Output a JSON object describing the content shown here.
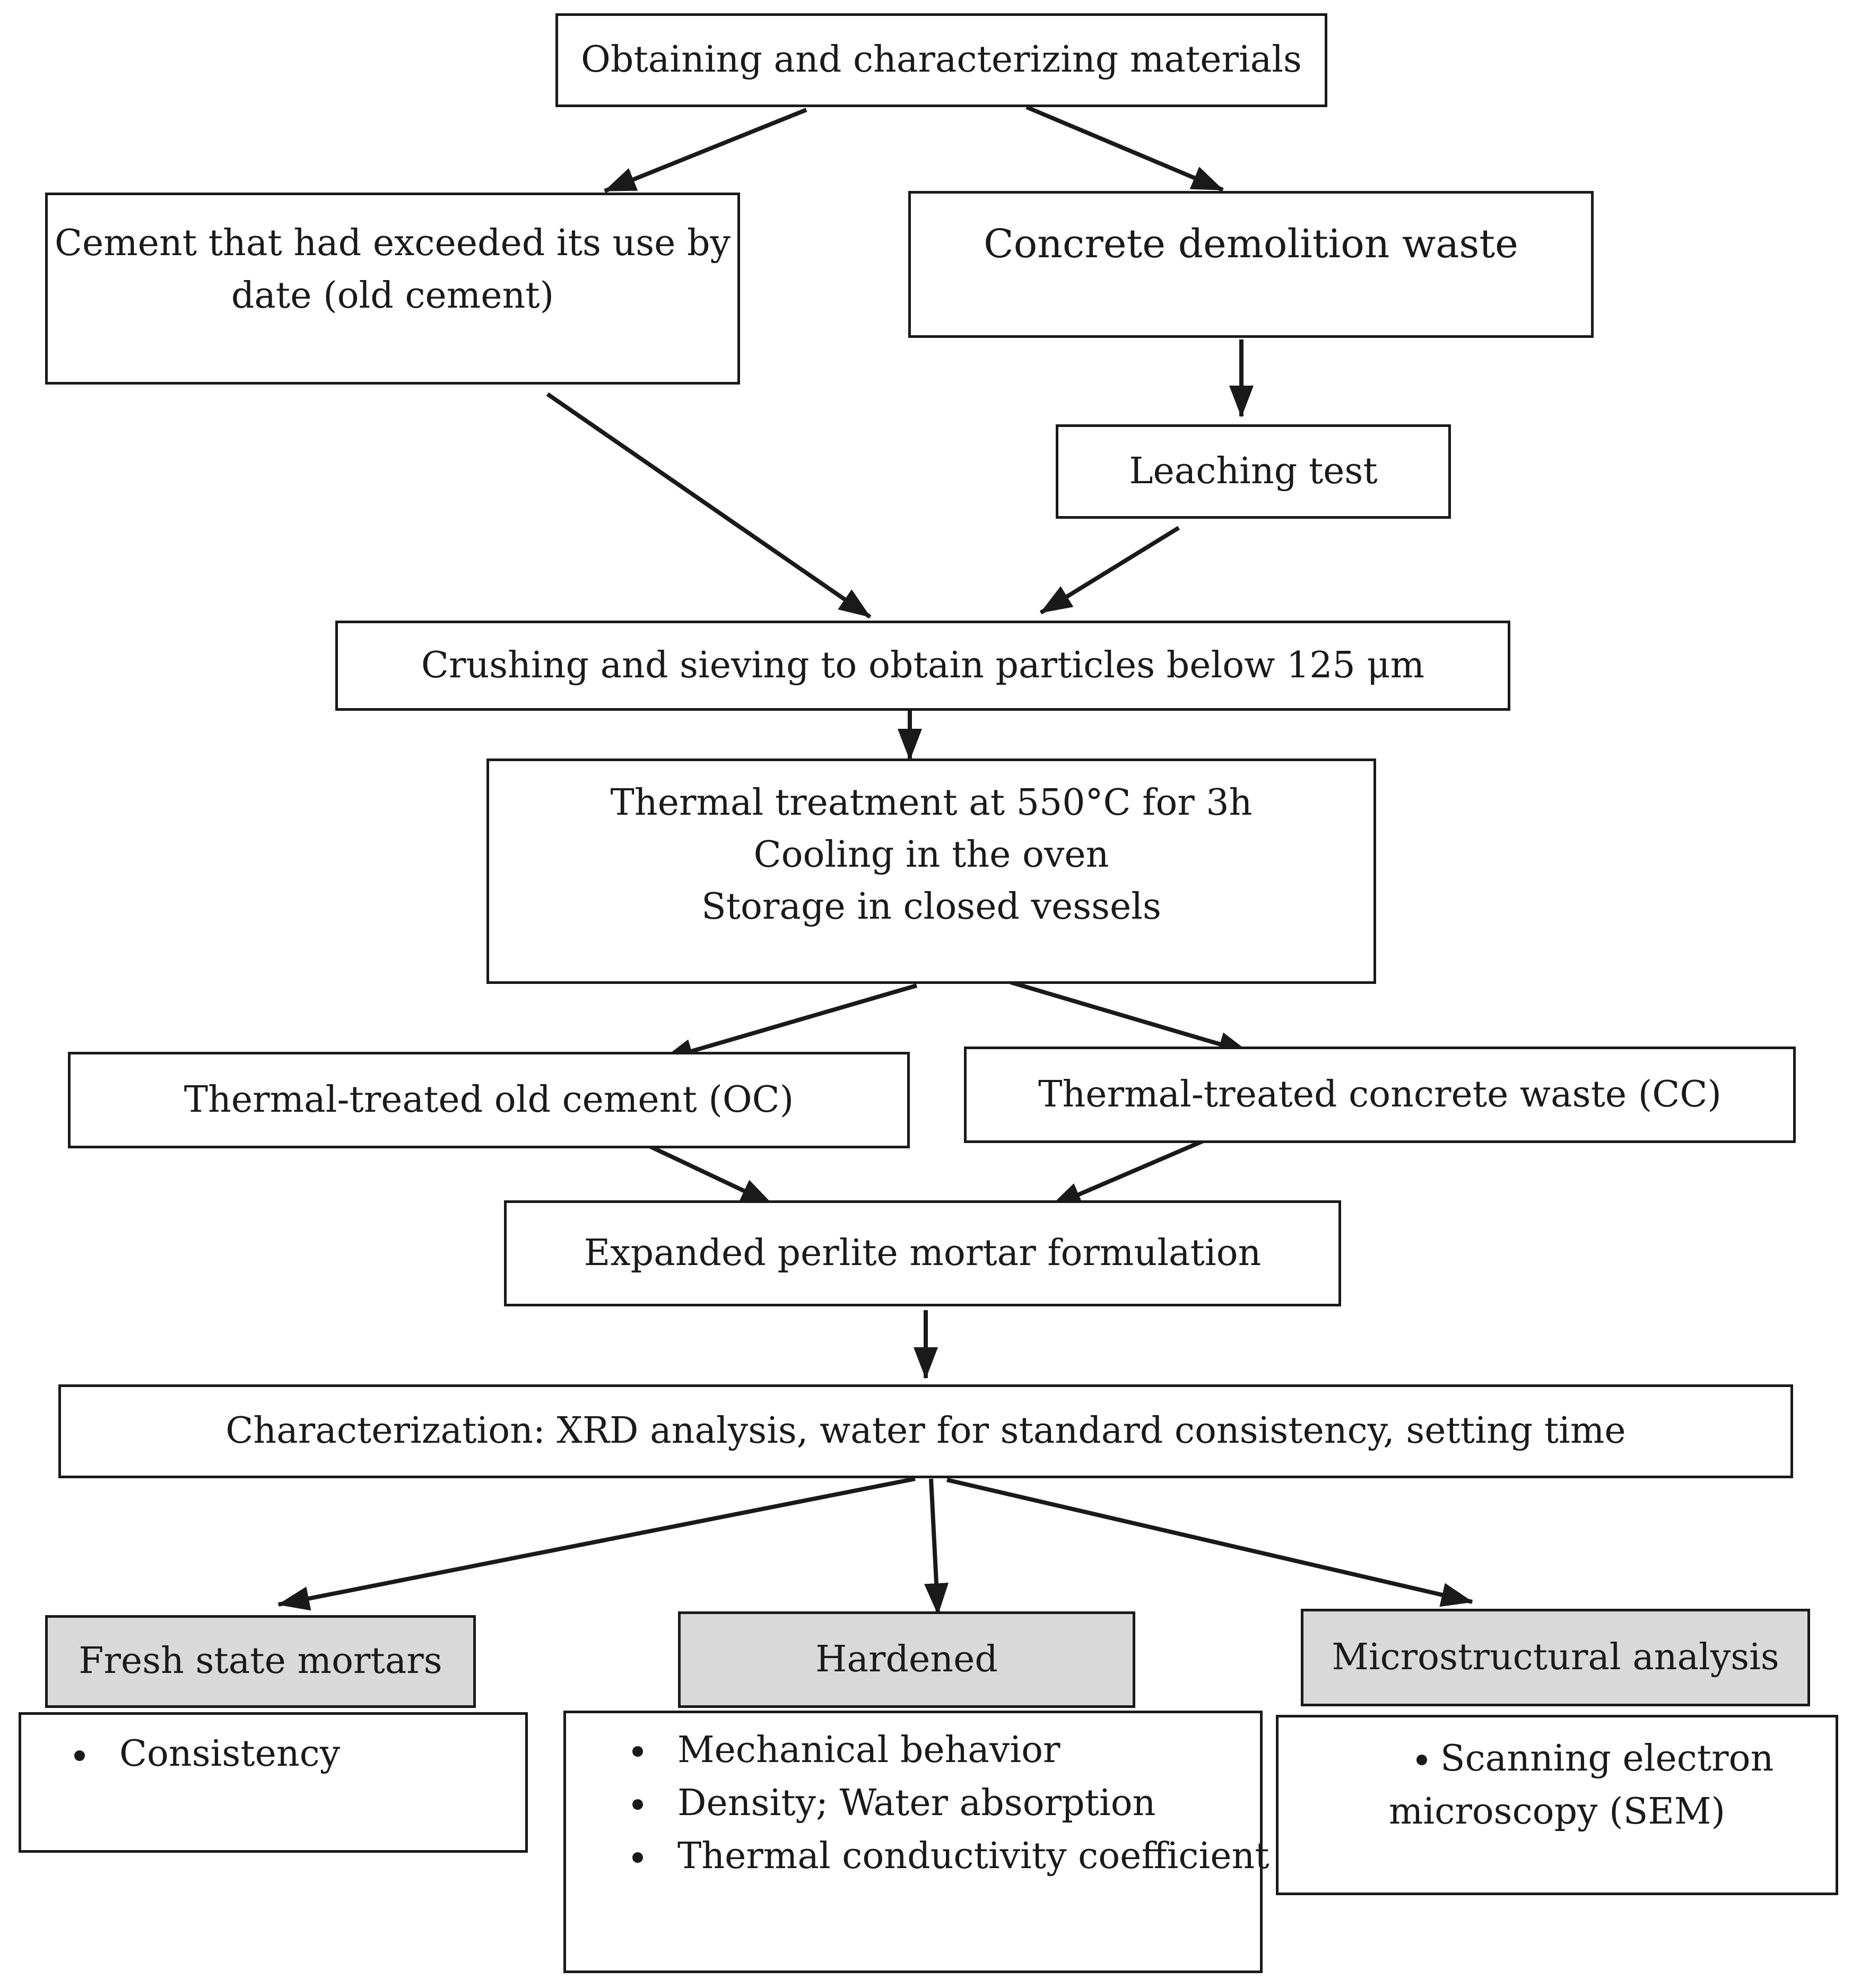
{
  "diagram": {
    "materials": "Obtaining and characterizing materials",
    "old_cement": [
      "Cement that had exceeded its use by",
      "date (old cement)"
    ],
    "demolition_waste": "Concrete demolition waste",
    "leaching": "Leaching test",
    "crushing": "Crushing and sieving to obtain particles below 125 μm",
    "thermal": [
      "Thermal treatment at 550°C for 3h",
      "Cooling in the oven",
      "Storage in closed vessels"
    ],
    "oc": "Thermal-treated old cement (OC)",
    "cc": "Thermal-treated concrete waste (CC)",
    "formulation": "Expanded perlite mortar formulation",
    "characterization": "Characterization: XRD analysis, water for standard consistency, setting time",
    "fresh": {
      "title": "Fresh state mortars",
      "items": [
        "Consistency"
      ]
    },
    "hardened": {
      "title": "Hardened",
      "items": [
        "Mechanical behavior",
        "Density; Water absorption",
        "Thermal conductivity coefficient"
      ]
    },
    "micro": {
      "title": "Microstructural analysis",
      "items": [
        "Scanning electron",
        "microscopy (SEM)"
      ]
    }
  }
}
